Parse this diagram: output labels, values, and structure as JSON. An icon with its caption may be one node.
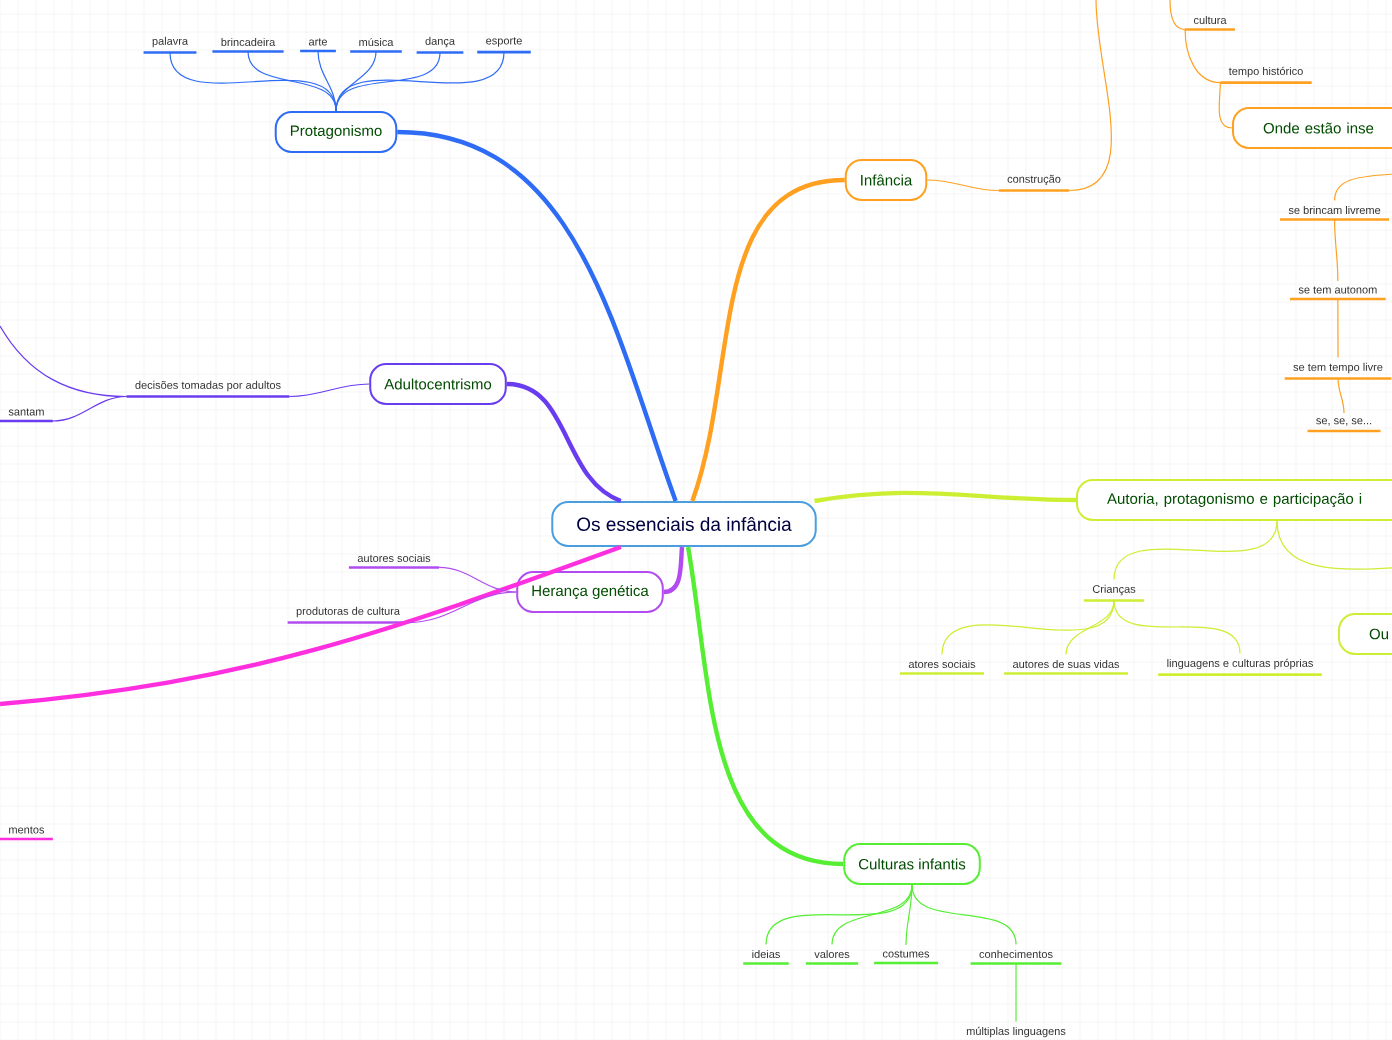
{
  "diagram": {
    "nodes": [
      {
        "text": [
          "Os essenciais da infância"
        ]
      },
      {
        "text": [
          "Protagonismo"
        ]
      },
      {
        "text": [
          "palavra"
        ]
      },
      {
        "text": [
          "brincadeira"
        ]
      },
      {
        "text": [
          "arte"
        ]
      },
      {
        "text": [
          "música"
        ]
      },
      {
        "text": [
          "dança"
        ]
      },
      {
        "text": [
          "esporte"
        ]
      },
      {
        "text": [
          "Adultocentrismo"
        ]
      },
      {
        "text": [
          "decisões tomadas por adultos"
        ]
      },
      {
        "text": [
          "santam"
        ]
      },
      {
        "text": [
          "Herança genética"
        ]
      },
      {
        "text": [
          "autores sociais"
        ]
      },
      {
        "text": [
          "produtoras de cultura"
        ]
      },
      {
        "text": [
          "mentos"
        ]
      },
      {
        "text": [
          "Infância"
        ]
      },
      {
        "text": [
          "construção"
        ]
      },
      {
        "text": [
          "cultura"
        ]
      },
      {
        "text": [
          "tempo histórico"
        ]
      },
      {
        "text": [
          "Onde estão inse"
        ]
      },
      {
        "text": [
          "se brincam livreme"
        ]
      },
      {
        "text": [
          "se tem autonom"
        ]
      },
      {
        "text": [
          "se tem tempo livre"
        ]
      },
      {
        "text": [
          "se, se, se..."
        ]
      },
      {
        "text": [
          "Autoria, protagonismo e participação i"
        ]
      },
      {
        "text": [
          "Crianças"
        ]
      },
      {
        "text": [
          "atores sociais"
        ]
      },
      {
        "text": [
          "autores de suas vidas"
        ]
      },
      {
        "text": [
          "linguagens e culturas próprias"
        ]
      },
      {
        "text": [
          "Ou"
        ]
      },
      {
        "text": [
          "Culturas infantis"
        ]
      },
      {
        "text": [
          "ideias"
        ]
      },
      {
        "text": [
          "valores"
        ]
      },
      {
        "text": [
          "costumes"
        ]
      },
      {
        "text": [
          "conhecimentos"
        ]
      },
      {
        "text": [
          "múltiplas linguagens"
        ]
      }
    ],
    "edges": [
      {
        "from": 0,
        "to": 1,
        "arrow": "none",
        "style": "thick",
        "color": "#2f6cf5"
      },
      {
        "from": 0,
        "to": 8,
        "arrow": "none",
        "style": "thick",
        "color": "#6a3cf0"
      },
      {
        "from": 0,
        "to": 11,
        "arrow": "none",
        "style": "thick",
        "color": "#b24cf0"
      },
      {
        "from": 0,
        "to": null,
        "arrow": "none",
        "style": "thick",
        "color": "#ff2fe0"
      },
      {
        "from": 0,
        "to": 15,
        "arrow": "none",
        "style": "thick",
        "color": "#ffa020"
      },
      {
        "from": 0,
        "to": 24,
        "arrow": "none",
        "style": "thick",
        "color": "#ccee33"
      },
      {
        "from": 0,
        "to": 30,
        "arrow": "none",
        "style": "thick",
        "color": "#55ee33"
      },
      {
        "from": 1,
        "to": 2,
        "arrow": "none",
        "color": "#2f6cf5"
      },
      {
        "from": 1,
        "to": 3,
        "arrow": "none",
        "color": "#2f6cf5"
      },
      {
        "from": 1,
        "to": 4,
        "arrow": "none",
        "color": "#2f6cf5"
      },
      {
        "from": 1,
        "to": 5,
        "arrow": "none",
        "color": "#2f6cf5"
      },
      {
        "from": 1,
        "to": 6,
        "arrow": "none",
        "color": "#2f6cf5"
      },
      {
        "from": 1,
        "to": 7,
        "arrow": "none",
        "color": "#2f6cf5"
      },
      {
        "from": 8,
        "to": 9,
        "arrow": "none",
        "color": "#6a3cf0"
      },
      {
        "from": 9,
        "to": 10,
        "arrow": "none",
        "color": "#6a3cf0"
      },
      {
        "from": 9,
        "to": null,
        "arrow": "none",
        "color": "#6a3cf0"
      },
      {
        "from": 11,
        "to": 12,
        "arrow": "none",
        "color": "#b24cf0"
      },
      {
        "from": 11,
        "to": 13,
        "arrow": "none",
        "color": "#b24cf0"
      },
      {
        "from": 15,
        "to": 16,
        "arrow": "none",
        "color": "#ffa020"
      },
      {
        "from": 16,
        "to": null,
        "arrow": "none",
        "color": "#ffa020"
      },
      {
        "from": null,
        "to": 17,
        "arrow": "none",
        "color": "#ffa020"
      },
      {
        "from": 17,
        "to": 18,
        "arrow": "none",
        "color": "#ffa020"
      },
      {
        "from": 18,
        "to": 19,
        "arrow": "none",
        "color": "#ffa020"
      },
      {
        "from": 19,
        "to": 20,
        "arrow": "none",
        "color": "#ffa020"
      },
      {
        "from": 20,
        "to": 21,
        "arrow": "none",
        "color": "#ffa020"
      },
      {
        "from": 21,
        "to": 22,
        "arrow": "none",
        "color": "#ffa020"
      },
      {
        "from": 22,
        "to": 23,
        "arrow": "none",
        "color": "#ffa020"
      },
      {
        "from": 24,
        "to": 25,
        "arrow": "none",
        "color": "#ccee33"
      },
      {
        "from": 24,
        "to": 29,
        "arrow": "none",
        "color": "#ccee33"
      },
      {
        "from": 25,
        "to": 26,
        "arrow": "none",
        "color": "#ccee33"
      },
      {
        "from": 25,
        "to": 27,
        "arrow": "none",
        "color": "#ccee33"
      },
      {
        "from": 25,
        "to": 28,
        "arrow": "none",
        "color": "#ccee33"
      },
      {
        "from": 30,
        "to": 31,
        "arrow": "none",
        "color": "#55ee33"
      },
      {
        "from": 30,
        "to": 32,
        "arrow": "none",
        "color": "#55ee33"
      },
      {
        "from": 30,
        "to": 33,
        "arrow": "none",
        "color": "#55ee33"
      },
      {
        "from": 30,
        "to": 34,
        "arrow": "none",
        "color": "#55ee33"
      },
      {
        "from": 34,
        "to": 35,
        "arrow": "none",
        "color": "#55ee33"
      }
    ]
  }
}
